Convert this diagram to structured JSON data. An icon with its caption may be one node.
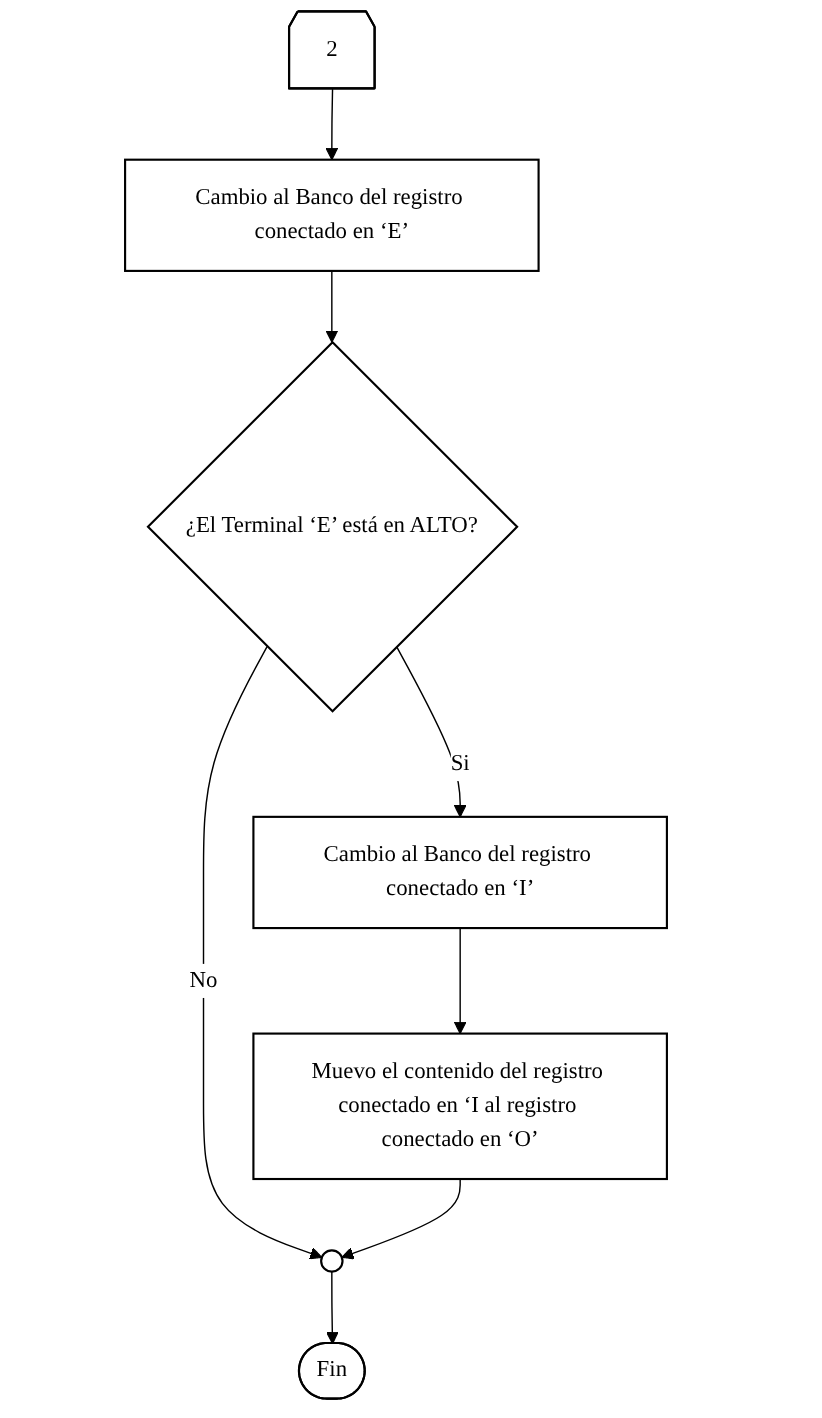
{
  "diagram": {
    "nodes": [
      {
        "text": [
          "2"
        ]
      },
      {
        "text": [
          "Cambio al Banco del registro conectado en ‘E’"
        ]
      },
      {
        "text": [
          "¿El Terminal ‘E’ está en ALTO?"
        ]
      },
      {
        "text": [
          "Cambio al Banco del registro conectado en ‘I’"
        ]
      },
      {
        "text": [
          "Muevo el contenido del registro conectado en ‘I al registro conectado en ‘O’"
        ]
      },
      {
        "text": [],
        "shape": "circle"
      },
      {
        "text": [
          "Fin"
        ]
      }
    ],
    "edges": [
      {
        "from": 0,
        "to": 1,
        "arrow": "to"
      },
      {
        "from": 1,
        "to": 2,
        "arrow": "to"
      },
      {
        "from": 2,
        "to": 5,
        "label": "No",
        "arrow": "to"
      },
      {
        "from": 2,
        "to": 3,
        "label": "Si",
        "arrow": "to"
      },
      {
        "from": 3,
        "to": 4,
        "arrow": "to"
      },
      {
        "from": 4,
        "to": 5,
        "arrow": "to"
      },
      {
        "from": 5,
        "to": 6,
        "arrow": "to"
      }
    ]
  }
}
